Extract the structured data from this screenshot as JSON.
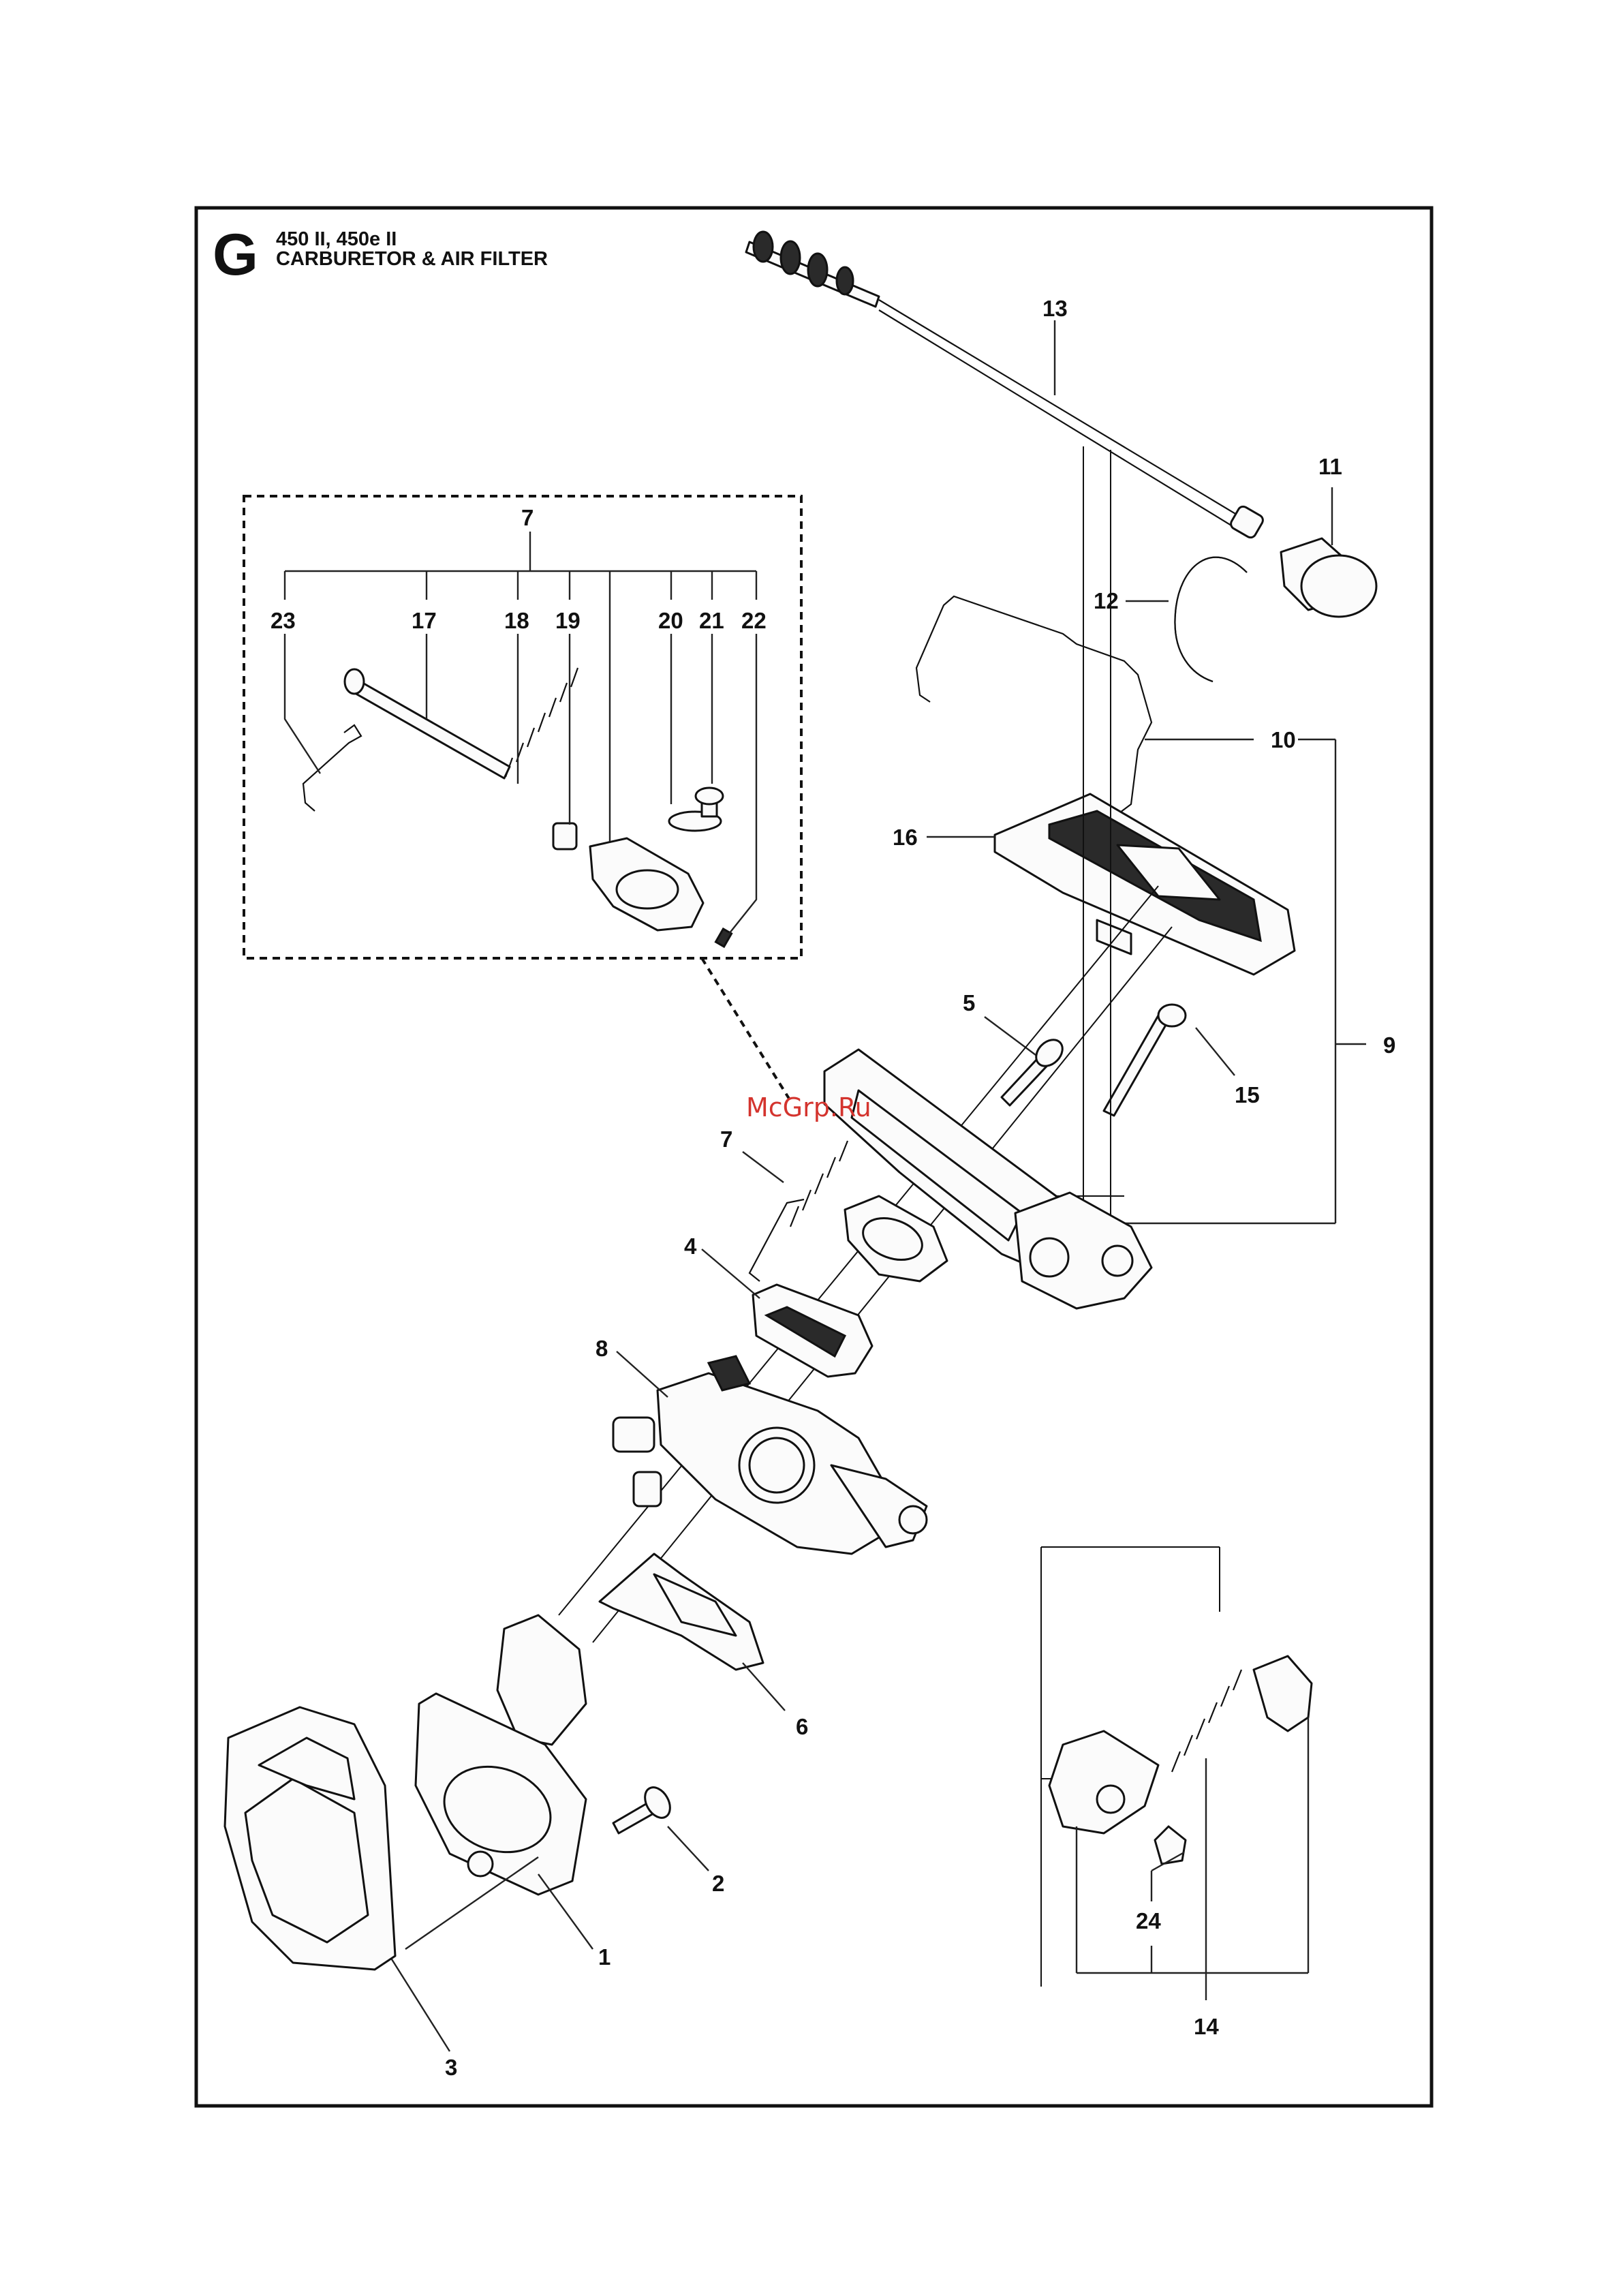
{
  "header": {
    "section_letter": "G",
    "model": "450 II, 450e II",
    "title": "CARBURETOR & AIR FILTER"
  },
  "watermark": "McGrp.Ru",
  "callouts": {
    "c1": "1",
    "c2": "2",
    "c3": "3",
    "c4": "4",
    "c5": "5",
    "c6": "6",
    "c7_kit": "7",
    "c7_part": "7",
    "c8": "8",
    "c9": "9",
    "c10": "10",
    "c11": "11",
    "c12": "12",
    "c13": "13",
    "c14": "14",
    "c15": "15",
    "c16": "16",
    "c17": "17",
    "c18": "18",
    "c19": "19",
    "c20": "20",
    "c21": "21",
    "c22": "22",
    "c23": "23",
    "c24": "24"
  }
}
